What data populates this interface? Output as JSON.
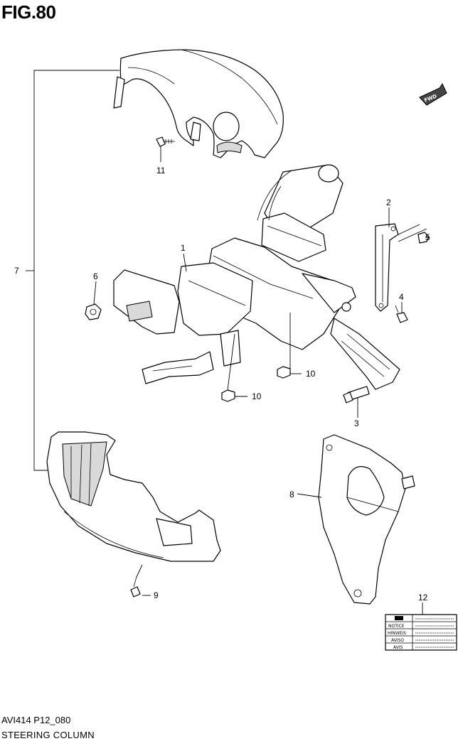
{
  "figure": {
    "title": "FIG.80"
  },
  "footer": {
    "code": "AVI414 P12_080",
    "name": "STEERING COLUMN"
  },
  "direction_tag": {
    "text": "FWD"
  },
  "callouts": [
    {
      "key": "c1",
      "number": "1"
    },
    {
      "key": "c2",
      "number": "2"
    },
    {
      "key": "c3",
      "number": "3"
    },
    {
      "key": "c4",
      "number": "4"
    },
    {
      "key": "c5",
      "number": "5"
    },
    {
      "key": "c6",
      "number": "6"
    },
    {
      "key": "c7",
      "number": "7"
    },
    {
      "key": "c8",
      "number": "8"
    },
    {
      "key": "c9",
      "number": "9"
    },
    {
      "key": "c10a",
      "number": "10"
    },
    {
      "key": "c10b",
      "number": "10"
    },
    {
      "key": "c11",
      "number": "11"
    },
    {
      "key": "c12",
      "number": "12"
    }
  ],
  "label_12": {
    "rows": [
      "NOTICE",
      "HINWEIS",
      "AVISO",
      "AVIS"
    ]
  }
}
